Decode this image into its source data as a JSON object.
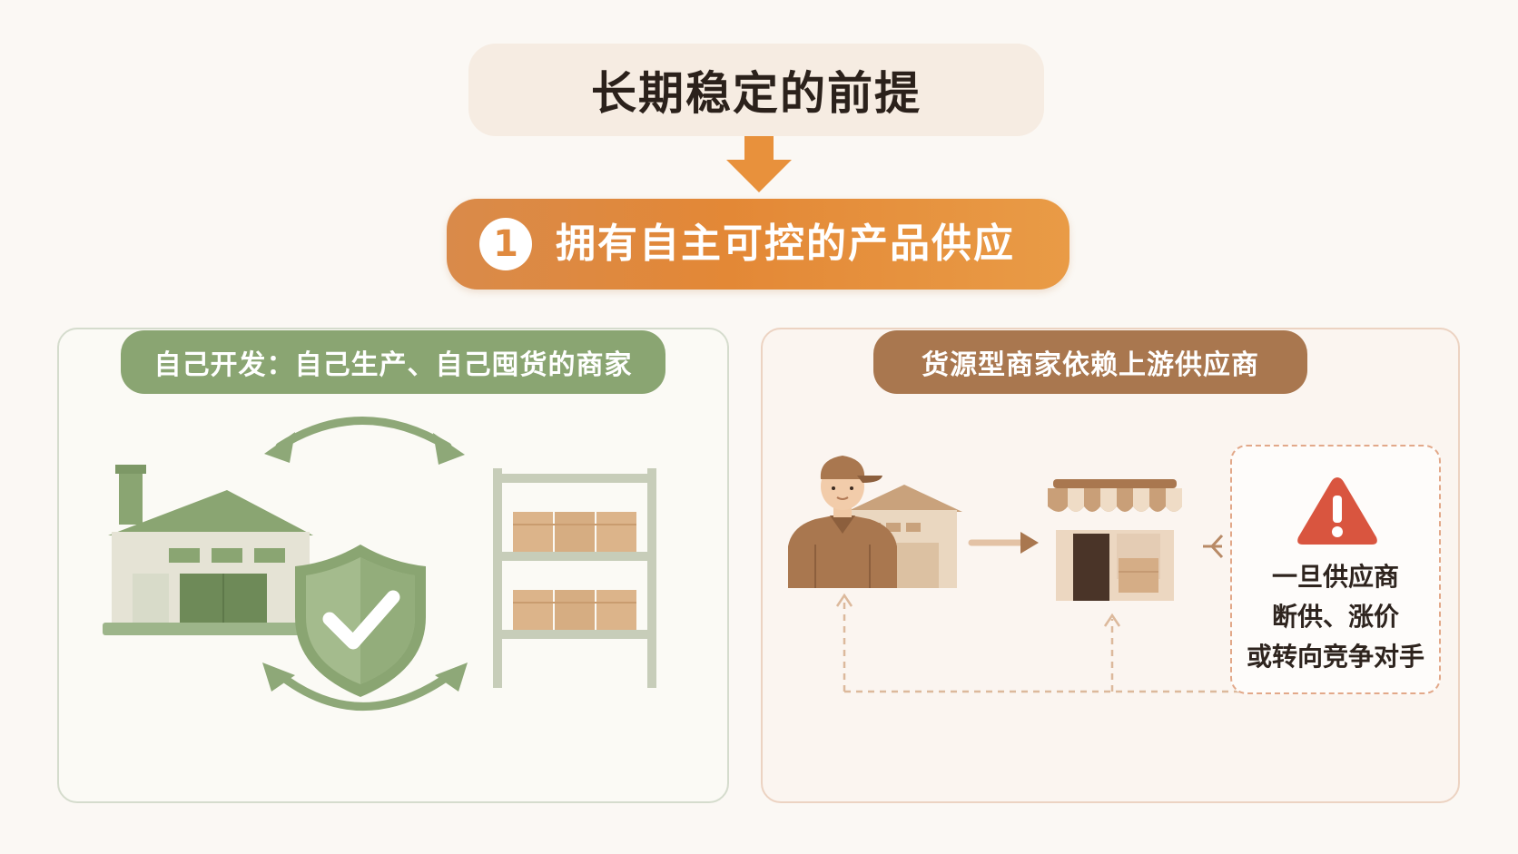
{
  "title": "长期稳定的前提",
  "key_point": {
    "number": "1",
    "text": "拥有自主可控的产品供应"
  },
  "left_panel": {
    "header": "自己开发：自己生产、自己囤货的商家",
    "accent_color": "#8aa572",
    "illustration": [
      "factory-icon",
      "shield-check-icon",
      "warehouse-shelf-icon",
      "cycle-arrows-icon"
    ]
  },
  "right_panel": {
    "header": "货源型商家依赖上游供应商",
    "accent_color": "#a9774f",
    "illustration": [
      "supplier-person-icon",
      "warehouse-icon",
      "arrow-right-icon",
      "shop-icon"
    ],
    "warning": {
      "icon": "warning-triangle-icon",
      "lines": [
        "一旦供应商",
        "断供、涨价",
        "或转向竞争对手"
      ]
    }
  },
  "colors": {
    "background": "#fbf8f4",
    "title_bg": "#f6ece2",
    "key_point_bg": "#e38836",
    "warning_red": "#d9553f"
  }
}
